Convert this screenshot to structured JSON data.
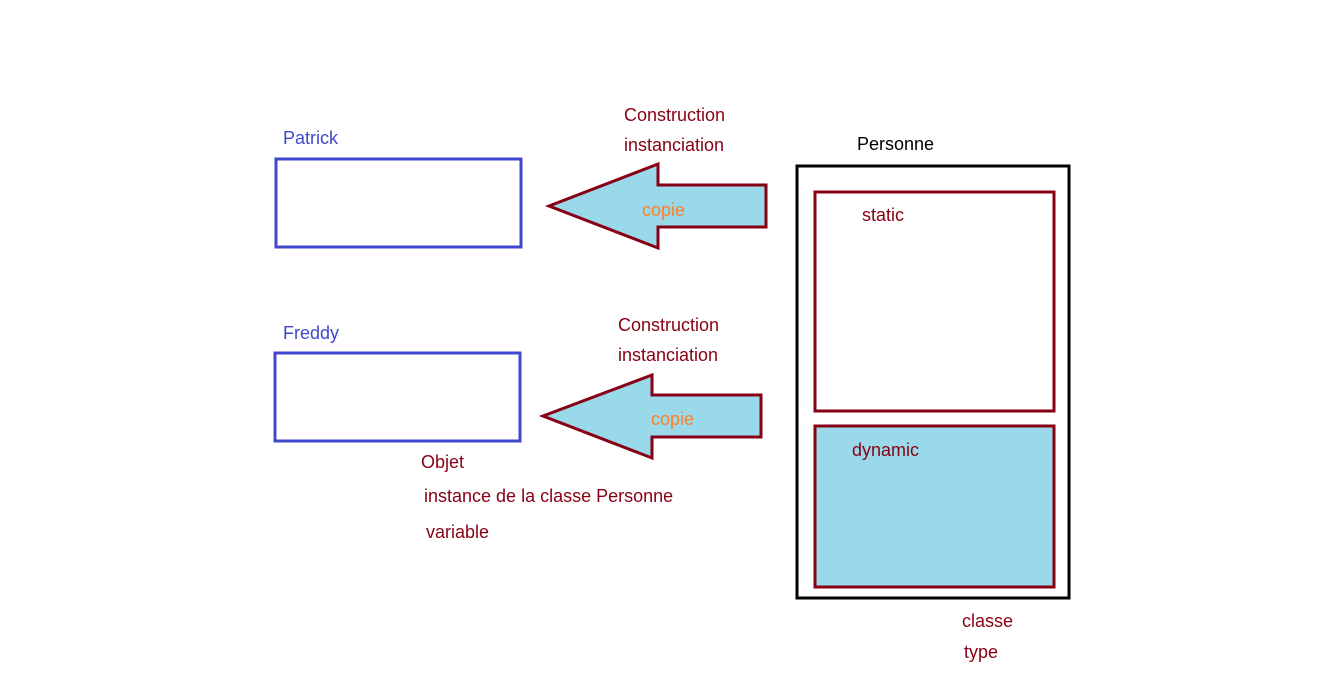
{
  "colors": {
    "object_border": "#3f48cc",
    "object_label": "#3f48cc",
    "arrow_fill": "#99d9ea",
    "arrow_border": "#880015",
    "annotation": "#880015",
    "arrow_text": "#ff7f27",
    "class_border": "#000000",
    "section_border": "#880015",
    "dynamic_fill": "#99d9ea"
  },
  "objects": [
    {
      "name": "Patrick"
    },
    {
      "name": "Freddy"
    }
  ],
  "arrows": [
    {
      "line1": "Construction",
      "line2": "instanciation",
      "label": "copie"
    },
    {
      "line1": "Construction",
      "line2": "instanciation",
      "label": "copie"
    }
  ],
  "object_caption": {
    "line1": "Objet",
    "line2": "instance de la classe Personne",
    "line3": "variable"
  },
  "class_box": {
    "title": "Personne",
    "static_label": "static",
    "dynamic_label": "dynamic",
    "caption_line1": "classe",
    "caption_line2": "type"
  }
}
